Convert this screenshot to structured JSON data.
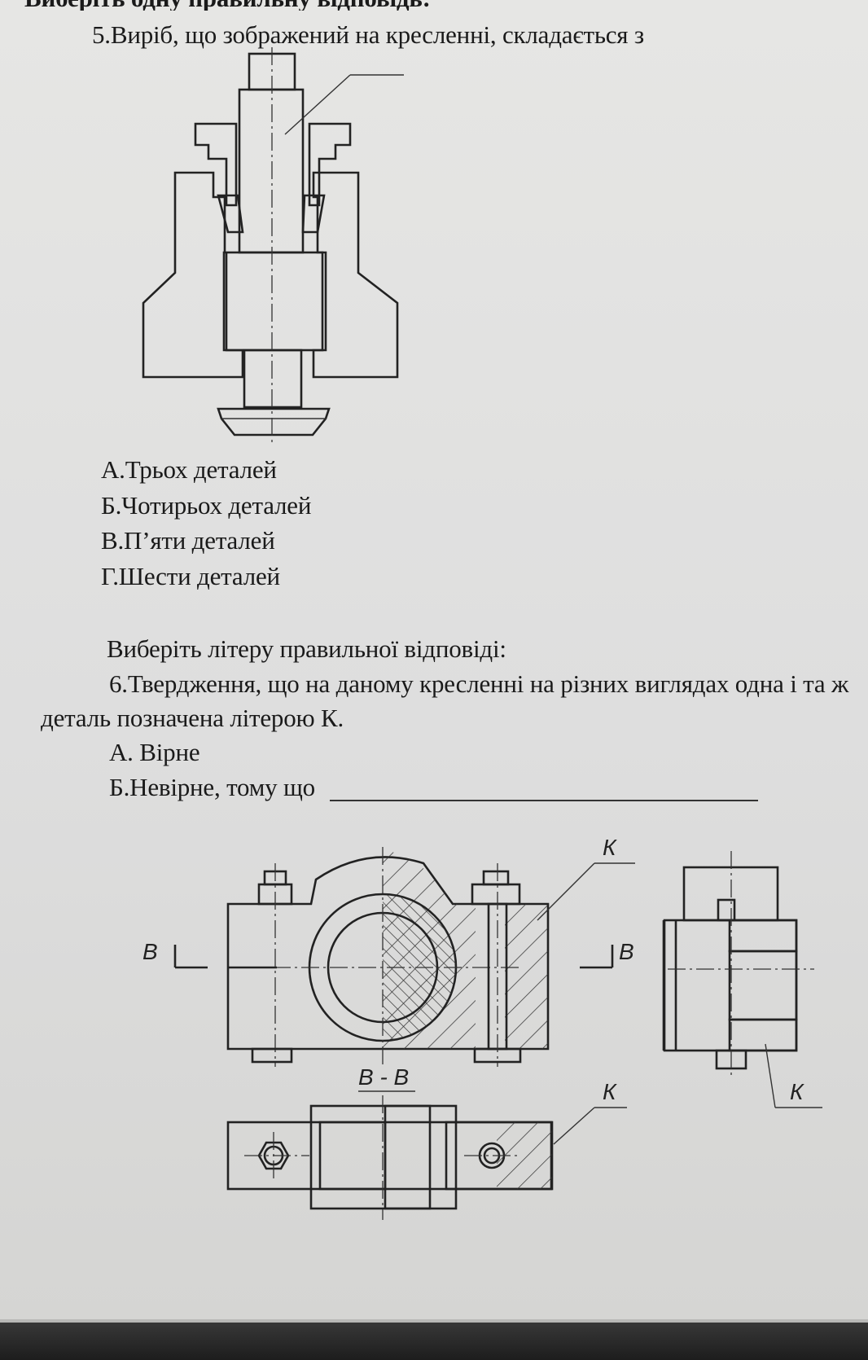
{
  "header_fragment": "Виберіть одну правильну відповідь:",
  "question5": {
    "prompt": "5.Виріб, що зображений на кресленні, складається з",
    "options": [
      "А.Трьох деталей",
      "Б.Чотирьох деталей",
      "В.П’яти деталей",
      "Г.Шести деталей"
    ]
  },
  "question6": {
    "instruction": "Виберіть літеру правильної відповіді:",
    "prompt_line1": "6.Твердження, що на даному кресленні на різних виглядах одна і та ж",
    "prompt_line2": "деталь позначена літерою К.",
    "option_a": "А. Вірне",
    "option_b": "Б.Невірне, тому що"
  },
  "drawing2_labels": {
    "k_top": "К",
    "k_side": "К",
    "k_bottom": "К",
    "section_left": "В",
    "section_right": "В",
    "section_title": "В - В"
  }
}
